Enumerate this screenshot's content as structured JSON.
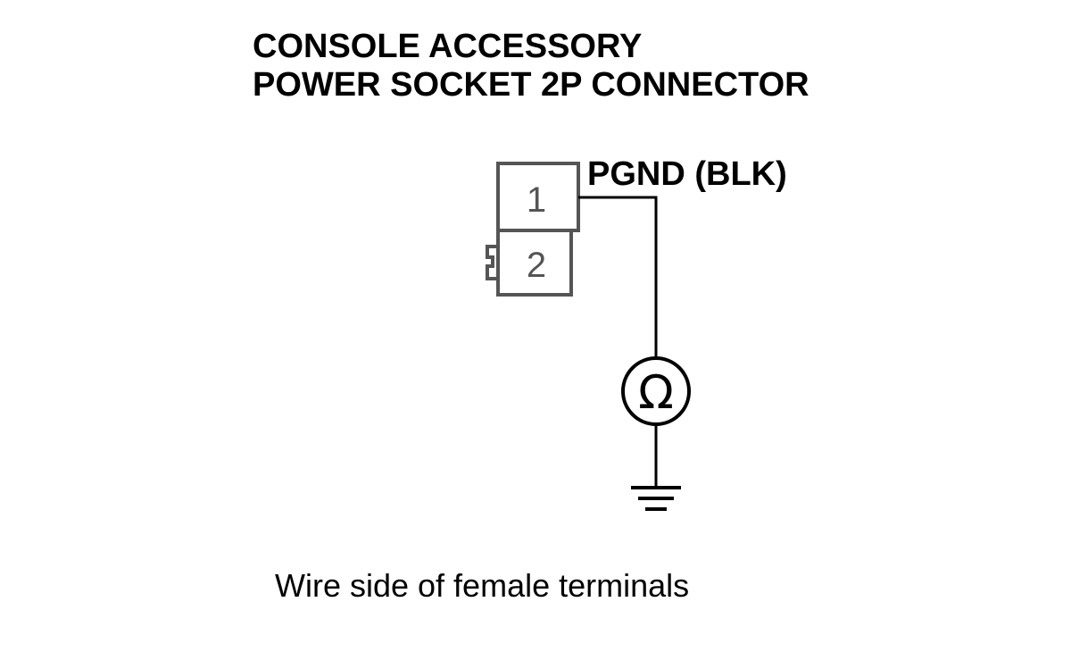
{
  "title": {
    "line1": "CONSOLE ACCESSORY",
    "line2": "POWER SOCKET 2P CONNECTOR"
  },
  "connector": {
    "pin1": "1",
    "pin2": "2"
  },
  "wire": {
    "label": "PGND (BLK)"
  },
  "meter": {
    "symbol": "Ω"
  },
  "caption": "Wire side of female terminals",
  "colors": {
    "line": "#000000",
    "connector_outline": "#555555",
    "pin_text": "#555555"
  }
}
